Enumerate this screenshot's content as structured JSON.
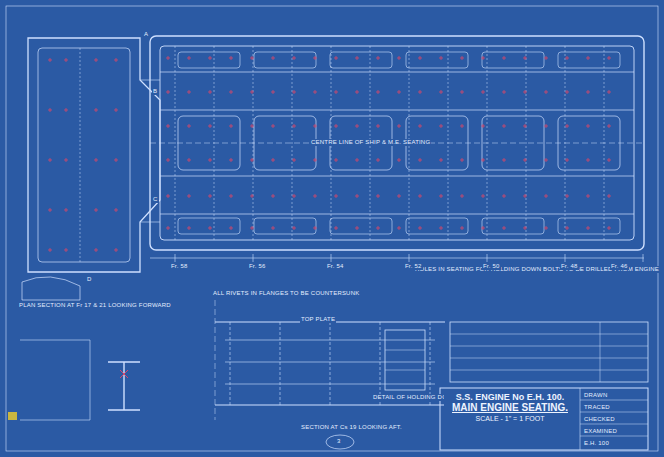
{
  "diagram": {
    "nodes": [
      {
        "text": [
          "S.S. ENGINE No E.H. 100.",
          "MAIN ENGINE SEATING.",
          "SCALE - 1\" = 1 FOOT"
        ]
      }
    ],
    "labels": [
      "CENTRE LINE OF SHIP & M.E. SEATING",
      "SECTION AT Cs 19 LOOKING AFT.",
      "PLAN SECTION AT Fr 17 & 21 LOOKING FORWARD",
      "ALL RIVETS IN FLANGES TO BE COUNTERSUNK",
      "DETAIL OF HOLDING DOWN STRAPS",
      "HOLES IN SEATING FOR HOLDING DOWN BOLTS TO BE DRILLED FROM ENGINE",
      "TOP PLATE",
      "Fr. 58",
      "Fr. 56",
      "Fr. 54",
      "Fr. 52",
      "Fr. 50",
      "Fr. 48",
      "Fr. 46",
      "A",
      "B",
      "C",
      "D",
      "DRAWN",
      "TRACED",
      "CHECKED",
      "EXAMINED",
      "E.H. 100",
      "3"
    ]
  }
}
